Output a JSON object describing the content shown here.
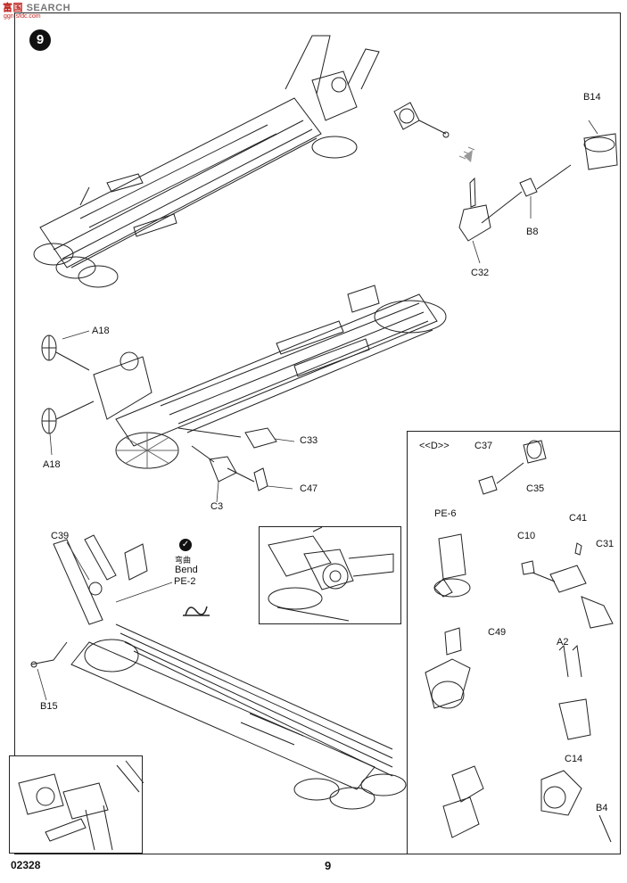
{
  "watermark": {
    "brand": "SEARCH",
    "brand_prefix": "富国",
    "sub": "ggn.sfdc.com"
  },
  "step_number": "9",
  "footer": {
    "code": "02328",
    "page": "9"
  },
  "labels": {
    "b14": "B14",
    "b8": "B8",
    "c32": "C32",
    "a18_top": "A18",
    "a18_bottom": "A18",
    "c33": "C33",
    "c47": "C47",
    "c3": "C3",
    "c39": "C39",
    "bend_cn": "弯曲",
    "bend_en": "Bend",
    "pe2": "PE-2",
    "b15": "B15",
    "d_marker": "<<D>>",
    "c37": "C37",
    "c35": "C35",
    "pe6": "PE-6",
    "c10": "C10",
    "c41": "C41",
    "c31": "C31",
    "c49": "C49",
    "a2": "A2",
    "c14": "C14",
    "b4": "B4"
  }
}
